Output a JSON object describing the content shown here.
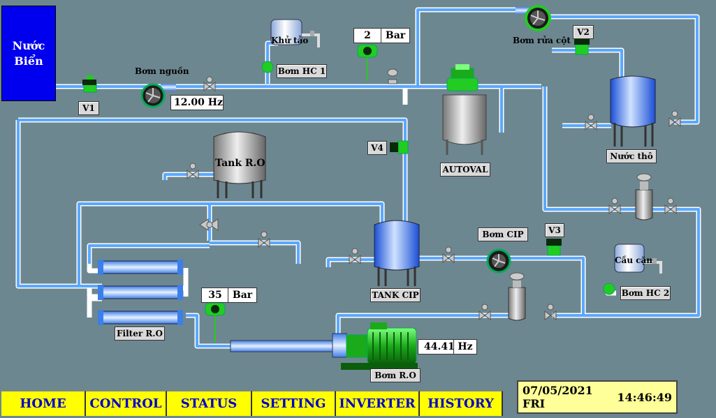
{
  "screen": {
    "source_label": "Nước\nBiển"
  },
  "labels": {
    "v1": "V1",
    "v2": "V2",
    "v3": "V3",
    "v4": "V4",
    "feed_pump": "Bơm nguồn",
    "feed_pump_freq": "12.00 Hz",
    "disinfect_tank": "Khử tảo",
    "dosing_pump_1": "Bơm HC 1",
    "pressure_low_value": "2",
    "pressure_low_unit": "Bar",
    "flush_pump": "Bơm rửa cột",
    "autoval": "AUTOVAL",
    "raw_water": "Nước thô",
    "ro_tank": "Tank R.O",
    "cip_tank": "TANK CIP",
    "cip_pump": "Bơm CIP",
    "balance_tank": "Cầu cặn",
    "dosing_pump_2": "Bơm HC 2",
    "pressure_high_value": "35",
    "pressure_high_unit": "Bar",
    "filter_ro": "Filter R.O",
    "ro_pump_freq_value": "44.41",
    "ro_pump_freq_unit": "Hz",
    "ro_pump": "Bơm R.O"
  },
  "nav": [
    {
      "label": "HOME"
    },
    {
      "label": "CONTROL"
    },
    {
      "label": "STATUS"
    },
    {
      "label": "SETTING"
    },
    {
      "label": "INVERTER"
    },
    {
      "label": "HISTORY"
    }
  ],
  "clock": {
    "date": "07/05/2021 FRI",
    "time": "14:46:49"
  },
  "colors": {
    "background": "#6d8790",
    "pipe": "#5aa8ff",
    "valve_active": "#22cc22",
    "nav": "#ffff00",
    "nav_text": "#0000cc"
  }
}
